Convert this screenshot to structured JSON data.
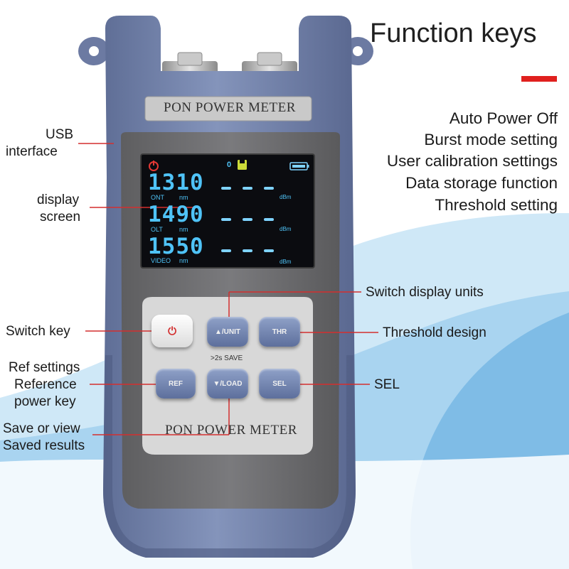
{
  "headline": {
    "title": "Function keys",
    "accent_color": "#e0201e"
  },
  "features": [
    "Auto Power Off",
    "Burst mode setting",
    "User calibration settings",
    "Data storage function",
    "Threshold setting"
  ],
  "device": {
    "top_label": "PON POWER METER",
    "bottom_label": "PON POWER METER",
    "body_color": "#7c8bb1",
    "panel_color": "#6e6e70",
    "screen": {
      "indicator_digit": "0",
      "rows": [
        {
          "wavelength": "1310",
          "name": "ONT",
          "unit_small": "nm",
          "reading": "- - -",
          "unit": "dBm"
        },
        {
          "wavelength": "1490",
          "name": "OLT",
          "unit_small": "nm",
          "reading": "- - -",
          "unit": "dBm"
        },
        {
          "wavelength": "1550",
          "name": "VIDEO",
          "unit_small": "nm",
          "reading": "- - -",
          "unit": "dBm"
        }
      ]
    },
    "keys": {
      "power": "⏻",
      "unit": "▲/UNIT",
      "thr": "THR",
      "save_hint": ">2s SAVE",
      "ref": "REF",
      "load": "▼/LOAD",
      "sel": "SEL"
    }
  },
  "callouts": {
    "usb": [
      "USB",
      "interface"
    ],
    "display": [
      "display",
      "screen"
    ],
    "switch_key": "Switch key",
    "ref": [
      "Ref settings",
      "Reference",
      "power key"
    ],
    "save": [
      "Save or view",
      "Saved results"
    ],
    "units": "Switch display units",
    "threshold": "Threshold design",
    "sel": "SEL"
  }
}
